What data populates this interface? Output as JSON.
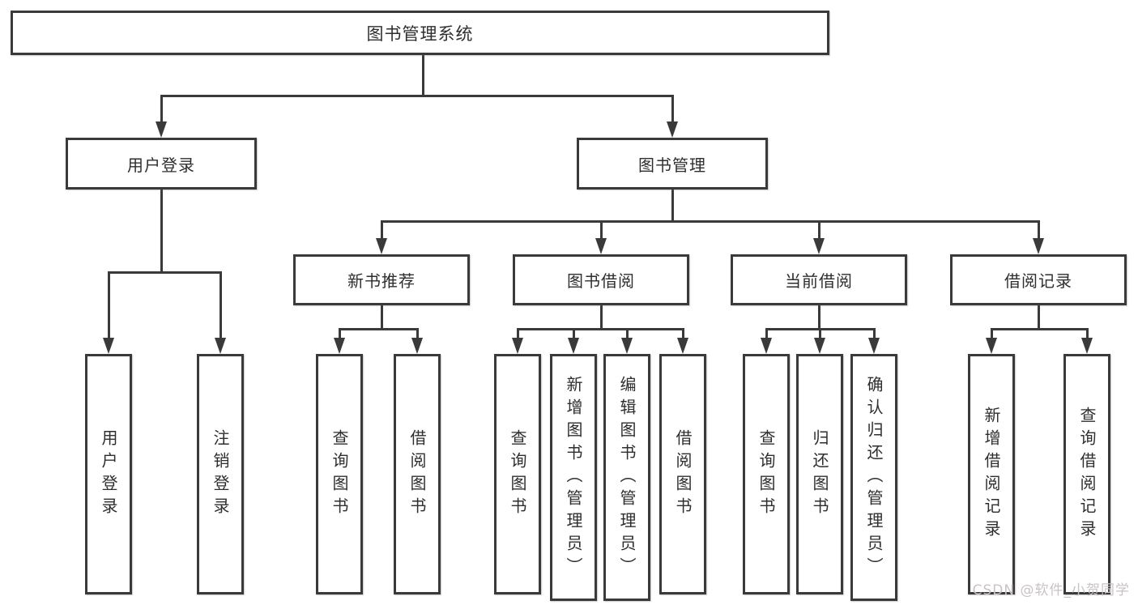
{
  "diagram_title": "图书管理系统",
  "tree": {
    "label": "图书管理系统",
    "children": [
      {
        "label": "用户登录",
        "children": [
          {
            "label": "用户登录"
          },
          {
            "label": "注销登录"
          }
        ]
      },
      {
        "label": "图书管理",
        "children": [
          {
            "label": "新书推荐",
            "children": [
              {
                "label": "查询图书"
              },
              {
                "label": "借阅图书"
              }
            ]
          },
          {
            "label": "图书借阅",
            "children": [
              {
                "label": "查询图书"
              },
              {
                "label": "新增图书（管理员）"
              },
              {
                "label": "编辑图书（管理员）"
              },
              {
                "label": "借阅图书"
              }
            ]
          },
          {
            "label": "当前借阅",
            "children": [
              {
                "label": "查询图书"
              },
              {
                "label": "归还图书"
              },
              {
                "label": "确认归还（管理员）"
              }
            ]
          },
          {
            "label": "借阅记录",
            "children": [
              {
                "label": "新增借阅记录"
              },
              {
                "label": "查询借阅记录"
              }
            ]
          }
        ]
      }
    ]
  },
  "watermark": {
    "text": "CSDN @软件_小贺同学"
  },
  "colors": {
    "line": "#3a3a3a",
    "text": "#2e2e2e",
    "watermark": "#c9c2c7",
    "background": "#ffffff"
  }
}
